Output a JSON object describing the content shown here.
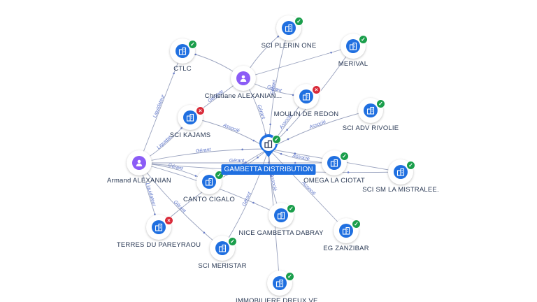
{
  "center": {
    "id": "gambetta",
    "label": "GAMBETTA DISTRIBUTION",
    "status": "ok",
    "icon": "building-icon"
  },
  "nodes": [
    {
      "id": "sci-plerin-one",
      "label": "SCI PLERIN ONE",
      "type": "company",
      "status": "ok"
    },
    {
      "id": "merival",
      "label": "MERIVAL",
      "type": "company",
      "status": "ok"
    },
    {
      "id": "ctlc",
      "label": "CTLC",
      "type": "company",
      "status": "ok"
    },
    {
      "id": "christiane",
      "label": "Christiane ALEXANIAN...",
      "type": "person",
      "status": "none"
    },
    {
      "id": "moulin-de-redon",
      "label": "MOULIN DE REDON",
      "type": "company",
      "status": "ko"
    },
    {
      "id": "sci-adv-rivolie",
      "label": "SCI ADV RIVOLIE",
      "type": "company",
      "status": "ok"
    },
    {
      "id": "sci-kajams",
      "label": "SCI KAJAMS",
      "type": "company",
      "status": "ko"
    },
    {
      "id": "armand",
      "label": "Armand ALEXANIAN",
      "type": "person",
      "status": "none"
    },
    {
      "id": "omega-la-ciotat",
      "label": "OMEGA LA CIOTAT",
      "type": "company",
      "status": "ok"
    },
    {
      "id": "sci-sm-la-mistralee",
      "label": "SCI SM LA MISTRALEE.",
      "type": "company",
      "status": "ok"
    },
    {
      "id": "canto-cigalo",
      "label": "CANTO CIGALO",
      "type": "company",
      "status": "ok"
    },
    {
      "id": "terres-du-pareyraou",
      "label": "TERRES DU PAREYRAOU",
      "type": "company",
      "status": "ko"
    },
    {
      "id": "nice-gambetta-dabray",
      "label": "NICE GAMBETTA DABRAY",
      "type": "company",
      "status": "ok"
    },
    {
      "id": "eg-zanzibar",
      "label": "EG ZANZIBAR",
      "type": "company",
      "status": "ok"
    },
    {
      "id": "sci-meristar",
      "label": "SCI MERISTAR",
      "type": "company",
      "status": "ok"
    },
    {
      "id": "immobiliere-dreux",
      "label": "IMMOBILIERE DREUX VE...",
      "type": "company",
      "status": "ok"
    }
  ],
  "edges": [
    {
      "from": "armand",
      "to": "gambetta",
      "label": "Gérant"
    },
    {
      "from": "armand",
      "to": "ctlc",
      "label": "Liquidateur"
    },
    {
      "from": "armand",
      "to": "sci-kajams",
      "label": "Liquidat..."
    },
    {
      "from": "armand",
      "to": "canto-cigalo",
      "label": "Gérant"
    },
    {
      "from": "armand",
      "to": "terres-du-pareyraou",
      "label": "Liquidateur"
    },
    {
      "from": "armand",
      "to": "sci-meristar",
      "label": "Gérant"
    },
    {
      "from": "armand",
      "to": "nice-gambetta-dabray",
      "label": "Gérant"
    },
    {
      "from": "armand",
      "to": "omega-la-ciotat",
      "label": "Gérant"
    },
    {
      "from": "armand",
      "to": "sci-sm-la-mistralee",
      "label": ""
    },
    {
      "from": "christiane",
      "to": "gambetta",
      "label": "Gérant"
    },
    {
      "from": "christiane",
      "to": "sci-kajams",
      "label": "Gérante"
    },
    {
      "from": "christiane",
      "to": "moulin-de-redon",
      "label": "Gérant"
    },
    {
      "from": "christiane",
      "to": "sci-plerin-one",
      "label": ""
    },
    {
      "from": "christiane",
      "to": "merival",
      "label": ""
    },
    {
      "from": "christiane",
      "to": "ctlc",
      "label": ""
    },
    {
      "from": "sci-kajams",
      "to": "gambetta",
      "label": "Associé"
    },
    {
      "from": "moulin-de-redon",
      "to": "gambetta",
      "label": "Associé"
    },
    {
      "from": "sci-adv-rivolie",
      "to": "gambetta",
      "label": "Associé"
    },
    {
      "from": "omega-la-ciotat",
      "to": "gambetta",
      "label": "Associé"
    },
    {
      "from": "sci-sm-la-mistralee",
      "to": "gambetta",
      "label": ""
    },
    {
      "from": "canto-cigalo",
      "to": "gambetta",
      "label": "Associé"
    },
    {
      "from": "nice-gambetta-dabray",
      "to": "gambetta",
      "label": "Associé"
    },
    {
      "from": "eg-zanzibar",
      "to": "gambetta",
      "label": "Associé"
    },
    {
      "from": "sci-plerin-one",
      "to": "gambetta",
      "label": "Gérant"
    },
    {
      "from": "merival",
      "to": "gambetta",
      "label": ""
    },
    {
      "from": "immobiliere-dreux",
      "to": "gambetta",
      "label": "Associé"
    },
    {
      "from": "sci-meristar",
      "to": "gambetta",
      "label": "Gérant"
    },
    {
      "from": "terres-du-pareyraou",
      "to": "gambetta",
      "label": ""
    }
  ]
}
